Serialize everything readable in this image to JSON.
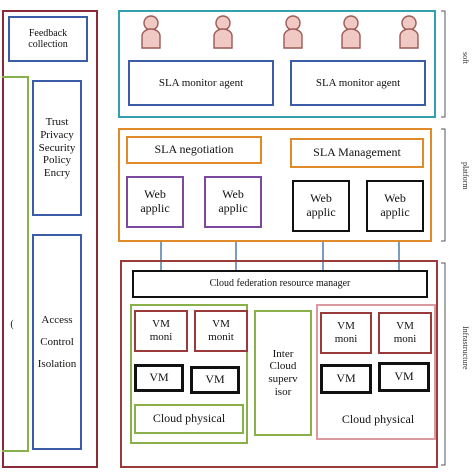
{
  "colors": {
    "outer_frame": "#8b2b3a",
    "feedback": "#3b5da8",
    "saas": "#33a0b0",
    "platform": "#e08a2a",
    "infra": "#9b3a3a",
    "green": "#8ab04a",
    "purple": "#7b4aa0",
    "person_fill": "#f1c9c4",
    "person_stroke": "#9b5a55"
  },
  "left": {
    "feedback": "Feedback\ncollection",
    "trust": "Trust\nPrivacy\nSecurity\nPolicy\nEncry",
    "access": "Access\nControl\nIsolation",
    "blue_edge": "("
  },
  "saas": {
    "agent1": "SLA monitor agent",
    "agent2": "SLA monitor agent",
    "side_label": "soft",
    "person_icons": [
      "person-icon",
      "person-icon",
      "person-icon",
      "person-icon",
      "person-icon",
      "person-icon"
    ]
  },
  "platform": {
    "negotiation": "SLA negotiation",
    "management": "SLA Management",
    "web": [
      "Web\napplic",
      "Web\napplic",
      "Web\napplic",
      "Web\napplic"
    ],
    "side_label": "platform"
  },
  "infra": {
    "manager": "Cloud federation resource manager",
    "vm_moni": [
      "VM\nmoni",
      "VM\nmonit",
      "VM\nmoni",
      "VM\nmoni"
    ],
    "vm": [
      "VM",
      "VM",
      "VM",
      "VM"
    ],
    "supervisor": "Inter\nCloud\nsuperv\nisor",
    "physical_left": "Cloud physical",
    "physical_right": "Cloud physical",
    "side_label": "Infrastructure"
  }
}
